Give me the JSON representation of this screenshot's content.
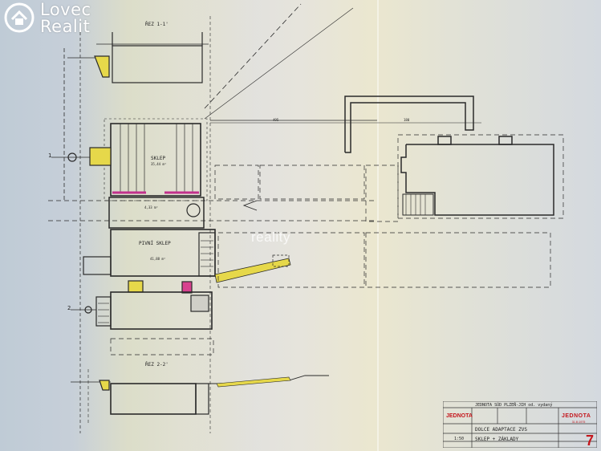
{
  "brand": {
    "line1": "Lovec",
    "line2": "Realit"
  },
  "watermark": "reality",
  "sections": {
    "top": "ŘEZ 1-1'",
    "bottom": "ŘEZ 2-2'"
  },
  "section_markers": {
    "one": "1",
    "two": "2"
  },
  "rooms": {
    "cellar": "SKLEP",
    "cellar_area": "35,44 m²",
    "beer_cellar": "PIVNÍ SKLEP",
    "beer_area": "41,88 m²"
  },
  "dimensions": {
    "top_long": "495",
    "top_right": "180",
    "corridor": "4,33 m²"
  },
  "title_block": {
    "header": "JEDNOTA  SÚD PLZEŇ-JIH  od. vydaný",
    "org": "JEDNOTA",
    "project": "DOLCE  ADAPTACE  ZVS",
    "drawing": "SKLEP + ZÁKLADY",
    "scale": "1:50",
    "sheet_number": "7"
  },
  "stamp": {
    "title": "JEDNOTA",
    "date": "31.III.1975"
  },
  "colors": {
    "yellow": "#e9e04a",
    "magenta": "#d8418f",
    "line": "#2a2a2a"
  }
}
